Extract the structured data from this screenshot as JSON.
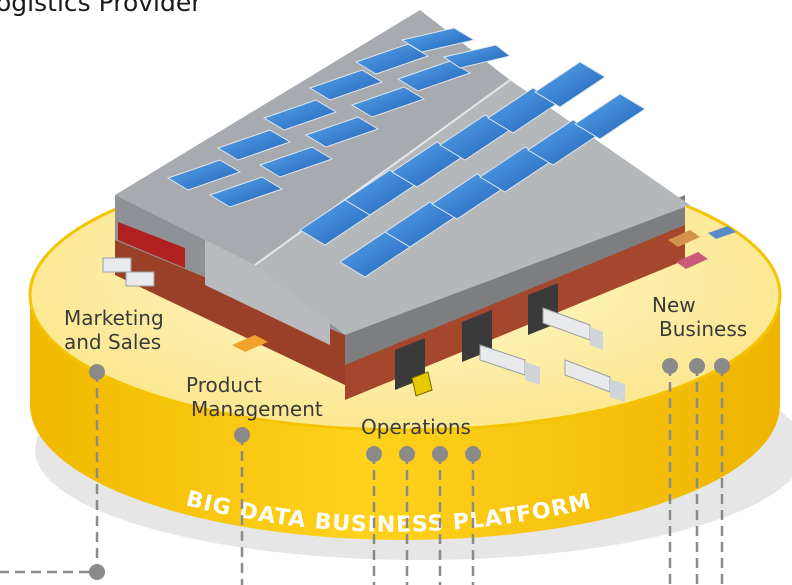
{
  "title": "ogistics Provider",
  "platform_label": "BIG DATA BUSINESS PLATFORM",
  "departments": [
    {
      "id": "marketing",
      "lines": [
        "Marketing",
        "and Sales"
      ],
      "connectors": 1
    },
    {
      "id": "product",
      "lines": [
        "Product",
        "Management"
      ],
      "connectors": 1
    },
    {
      "id": "operations",
      "lines": [
        "Operations"
      ],
      "connectors": 4
    },
    {
      "id": "new-business",
      "lines": [
        "New",
        "Business"
      ],
      "connectors": 3
    }
  ],
  "colors": {
    "platform_top": "#fdf1a8",
    "platform_side": "#f7c600",
    "roof": "#a9acb0",
    "solar_panel": "#2f7fd0",
    "brick": "#a4472c",
    "connector": "#8a8a8a"
  }
}
